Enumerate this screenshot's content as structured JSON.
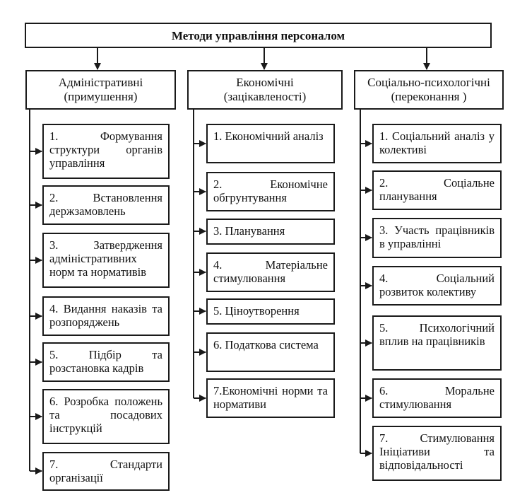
{
  "root": {
    "title": "Методи управління персоналом"
  },
  "columns": [
    {
      "title": "Адміністративні\n(примушення)",
      "items": [
        "1. Формування структури органів управління",
        "2. Встановлення держзамовлень",
        "3. Затвердження адміністративних норм та нормативів",
        "4. Видання наказів та розпоряджень",
        "5. Підбір та розстановка кадрів",
        "6. Розробка положень та посадових інструкцій",
        "7. Стандарти організації"
      ]
    },
    {
      "title": "Економічні\n(зацікавленості)",
      "items": [
        "1. Економічний аналіз",
        "2. Економічне обгрунтування",
        "3. Планування",
        "4. Матеріальне стимулювання",
        "5. Ціноутворення",
        "6. Податкова система",
        "7.Економічні норми та нормативи"
      ]
    },
    {
      "title": "Соціально-психологічні\n(переконання )",
      "items": [
        "1. Соціальний аналіз у колективі",
        "2. Соціальне планування",
        "3. Участь працівників в управлінні",
        "4. Соціальний розвиток колективу",
        "5. Психологічний вплив на працівників",
        "6. Моральне стимулювання",
        "7. Стимулювання Ініціативи та відповідальності"
      ]
    }
  ]
}
